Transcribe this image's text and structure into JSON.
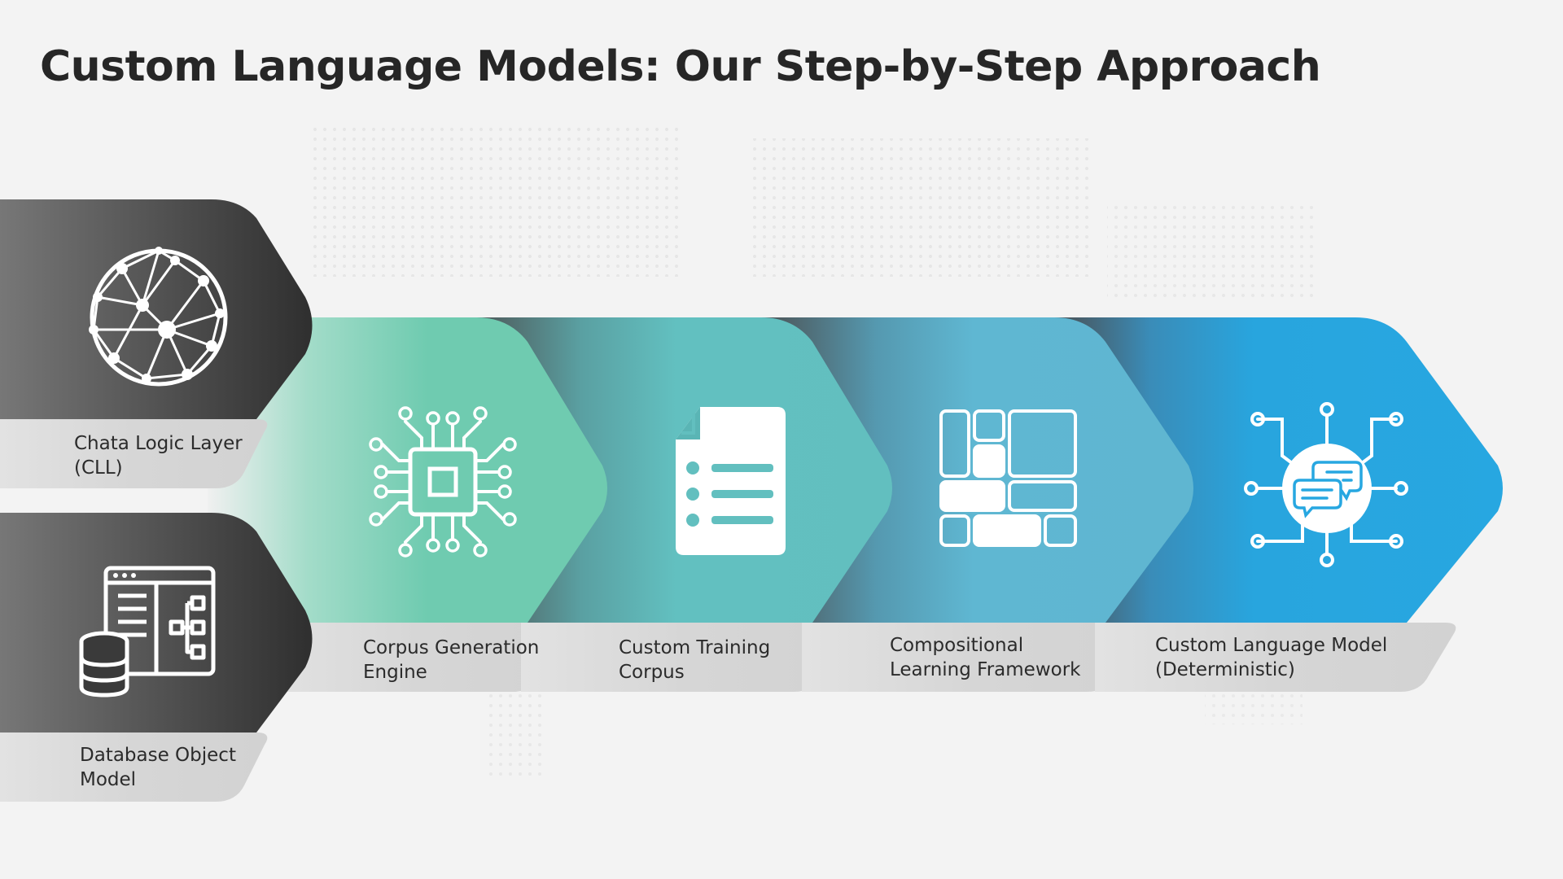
{
  "title": "Custom Language Models: Our Step-by-Step Approach",
  "inputs": [
    {
      "id": "cll",
      "icon": "globe-network-icon",
      "lines": [
        "Chata Logic Layer",
        "(CLL)"
      ]
    },
    {
      "id": "dbom",
      "icon": "database-schema-icon",
      "lines": [
        "Database Object",
        "Model"
      ]
    }
  ],
  "steps": [
    {
      "id": "corpus-engine",
      "icon": "cpu-chip-icon",
      "color": "#6fcbb0",
      "lines": [
        "Corpus Generation",
        "Engine"
      ]
    },
    {
      "id": "training-corpus",
      "icon": "document-list-icon",
      "color": "#62bfbf",
      "lines": [
        "Custom Training",
        "Corpus"
      ]
    },
    {
      "id": "clf",
      "icon": "blocks-grid-icon",
      "color": "#5fb6d1",
      "lines": [
        "Compositional",
        "Learning Framework"
      ]
    },
    {
      "id": "clm",
      "icon": "chat-network-icon",
      "color": "#27a7e1",
      "lines": [
        "Custom Language Model",
        "(Deterministic)"
      ]
    }
  ],
  "colors": {
    "dark_start": "#7a7a7a",
    "dark_end": "#2e2e2e",
    "label_strip": "#d8d8d8",
    "background": "#f3f3f3",
    "title": "#262626"
  }
}
